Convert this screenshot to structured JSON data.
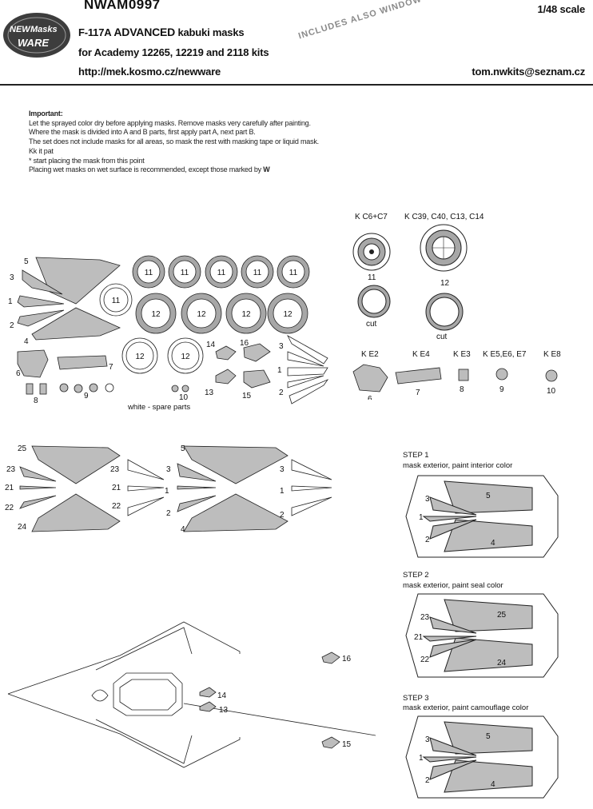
{
  "header": {
    "logo_line1": "NEW",
    "logo_line2": "Masks",
    "logo_line3": "WARE",
    "product_code": "NWAM0997",
    "scale": "1/48 scale",
    "title_prefix": "F-117A",
    "title_main": "ADVANCED",
    "title_suffix": "kabuki masks",
    "kits": "for Academy 12265, 12219 and 2118 kits",
    "url": "http://mek.kosmo.cz/newware",
    "email": "tom.nwkits@seznam.cz",
    "stamp": "INCLUDES ALSO WINDOW SEALS MASKS"
  },
  "notes": {
    "title": "Important:",
    "lines": [
      "Let the sprayed color dry before applying masks. Remove masks very carefully after painting.",
      "Where the mask is divided into A and B parts, first apply part A, next part B.",
      "The set does not include masks for all areas, so mask the rest with masking tape or liquid mask.",
      "Kk it pat",
      "* start placing the mask from this point",
      "Placing wet masks on wet surface is recommended, except those marked by"
    ],
    "wet_symbol": "W"
  },
  "sheet": {
    "wheel_11": "11",
    "wheel_12": "12",
    "spare_label": "white - spare parts",
    "part_labels": [
      "5",
      "3",
      "1",
      "2",
      "4",
      "6",
      "7",
      "8",
      "9",
      "10",
      "13",
      "14",
      "15",
      "16"
    ]
  },
  "wheels": {
    "kc_small": "K C6+C7",
    "kc_large": "K C39, C40, C13, C14",
    "small_num": "11",
    "large_num": "12",
    "cut": "cut"
  },
  "ke_parts": [
    {
      "code": "K E2",
      "num": "6"
    },
    {
      "code": "K E4",
      "num": "7"
    },
    {
      "code": "K E3",
      "num": "8"
    },
    {
      "code": "K E5,E6, E7",
      "num": "9"
    },
    {
      "code": "K E8",
      "num": "10"
    }
  ],
  "seal_parts": [
    "25",
    "23",
    "21",
    "22",
    "24"
  ],
  "canopy_parts": [
    "5",
    "3",
    "1",
    "2",
    "4"
  ],
  "steps": [
    {
      "title": "STEP 1",
      "desc": "mask exterior, paint interior color",
      "parts": [
        "5",
        "3",
        "1",
        "2",
        "4"
      ]
    },
    {
      "title": "STEP 2",
      "desc": "mask exterior, paint seal color",
      "parts": [
        "25",
        "23",
        "21",
        "22",
        "24"
      ]
    },
    {
      "title": "STEP 3",
      "desc": "mask exterior, paint camouflage color",
      "parts": [
        "5",
        "3",
        "1",
        "2",
        "4"
      ]
    }
  ],
  "aircraft_parts": [
    "16",
    "14",
    "13",
    "15"
  ],
  "colors": {
    "mask_gray": "#bdbdbd",
    "ring_gray": "#a7a7a7",
    "line": "#222222"
  }
}
